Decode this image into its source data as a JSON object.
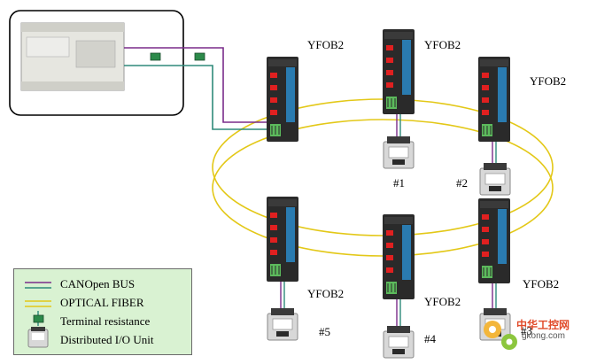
{
  "colors": {
    "canopen_bus": "#7a2c8a",
    "canopen_bus_2": "#2e8a7a",
    "optical_fiber": "#e3c818",
    "terminal_resistance": "#2c8a4a",
    "legend_bg": "#d9f2d2",
    "converter_body": "#2a2a2a",
    "converter_stripe": "#2a7bb0",
    "led_red": "#e02020"
  },
  "converters": [
    {
      "label": "YFOB2",
      "io_label": ""
    },
    {
      "label": "YFOB2",
      "io_label": "#1"
    },
    {
      "label": "YFOB2",
      "io_label": "#2"
    },
    {
      "label": "YFOB2",
      "io_label": "#5"
    },
    {
      "label": "YFOB2",
      "io_label": "#4"
    },
    {
      "label": "YFOB2",
      "io_label": "#3"
    }
  ],
  "legend": {
    "items": [
      {
        "icon": "canopen-bus-line-icon",
        "text": "CANOpen BUS"
      },
      {
        "icon": "optical-fiber-line-icon",
        "text": "OPTICAL FIBER"
      },
      {
        "icon": "terminal-resistance-icon",
        "text": "Terminal resistance"
      },
      {
        "icon": "distributed-io-unit-icon",
        "text": "Distributed I/O Unit"
      }
    ]
  },
  "watermark": {
    "logo_icon": "gear-icon",
    "text_cn": "中华工控网",
    "url": "gkong.com"
  }
}
